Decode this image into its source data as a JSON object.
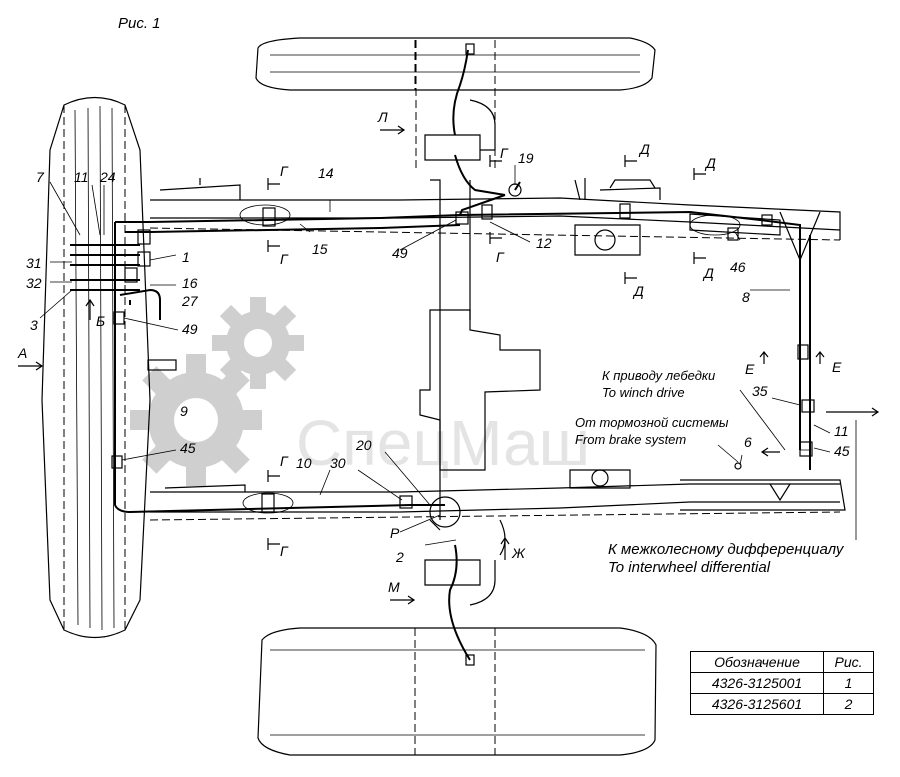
{
  "figure_caption": "Рис. 1",
  "watermark": "СпецМаш",
  "part_numbers": [
    "1",
    "2",
    "3",
    "6",
    "7",
    "8",
    "9",
    "10",
    "11",
    "11",
    "12",
    "14",
    "15",
    "16",
    "19",
    "20",
    "24",
    "27",
    "30",
    "31",
    "32",
    "35",
    "45",
    "45",
    "46",
    "49",
    "49"
  ],
  "section_letters": {
    "A": "A",
    "L": "Л",
    "M": "М",
    "G": "Г",
    "D": "Д",
    "E": "Е",
    "B": "Б",
    "P": "Р",
    "ZH": "Ж"
  },
  "notes": {
    "winch_ru": "К приводу лебедки",
    "winch_en": "To winch drive",
    "brake_ru": "От тормозной системы",
    "brake_en": "From brake system",
    "diff_ru": "К межколесному дифференциалу",
    "diff_en": "To interwheel differential"
  },
  "table": {
    "headers": [
      "Обозначение",
      "Рис."
    ],
    "rows": [
      [
        "4326-3125001",
        "1"
      ],
      [
        "4326-3125601",
        "2"
      ]
    ]
  }
}
